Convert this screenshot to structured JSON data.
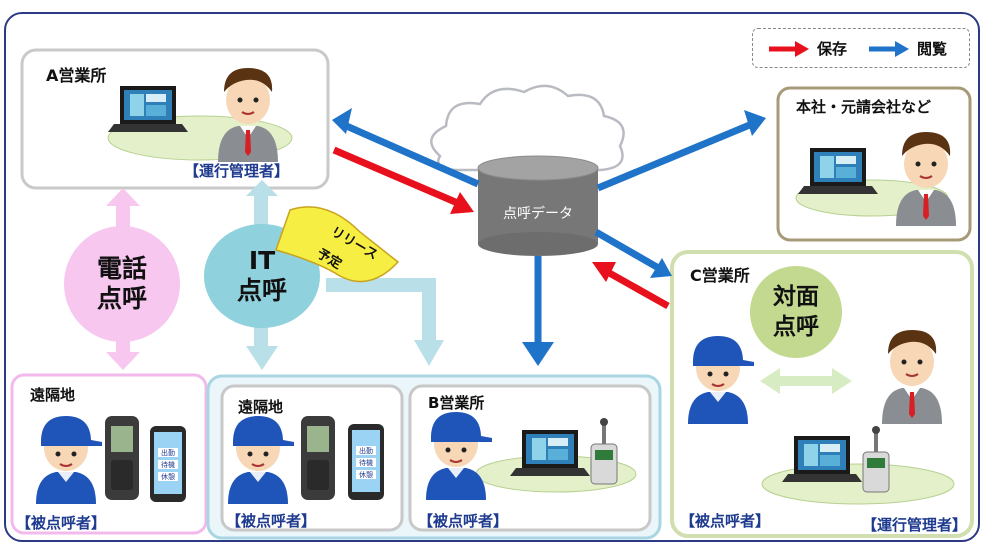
{
  "legend": {
    "save_label": "保存",
    "view_label": "閲覧",
    "save_color": "#e8101c",
    "view_color": "#1f73c9"
  },
  "offices": {
    "a": {
      "name": "A営業所",
      "role": "【運行管理者】"
    },
    "hq": {
      "name": "本社・元請会社など"
    },
    "b": {
      "name": "B営業所",
      "role": "【被点呼者】"
    },
    "c": {
      "name": "C営業所",
      "role_left": "【被点呼者】",
      "role_right": "【運行管理者】"
    },
    "remote1": {
      "name": "遠隔地",
      "role": "【被点呼者】"
    },
    "remote2": {
      "name": "遠隔地",
      "role": "【被点呼者】"
    }
  },
  "database": {
    "label": "点呼データ"
  },
  "methods": {
    "phone": {
      "line1": "電話",
      "line2": "点呼",
      "color": "#f7b9ec"
    },
    "it": {
      "line1": "IT",
      "line2": "点呼",
      "color": "#8fd1dc"
    },
    "face": {
      "line1": "対面",
      "line2": "点呼",
      "color": "#c3d98f"
    }
  },
  "release_tag": {
    "line1": "リリース",
    "line2": "予定"
  },
  "device_screen": {
    "line1": "出勤",
    "line2": "待機",
    "line3": "休憩"
  }
}
